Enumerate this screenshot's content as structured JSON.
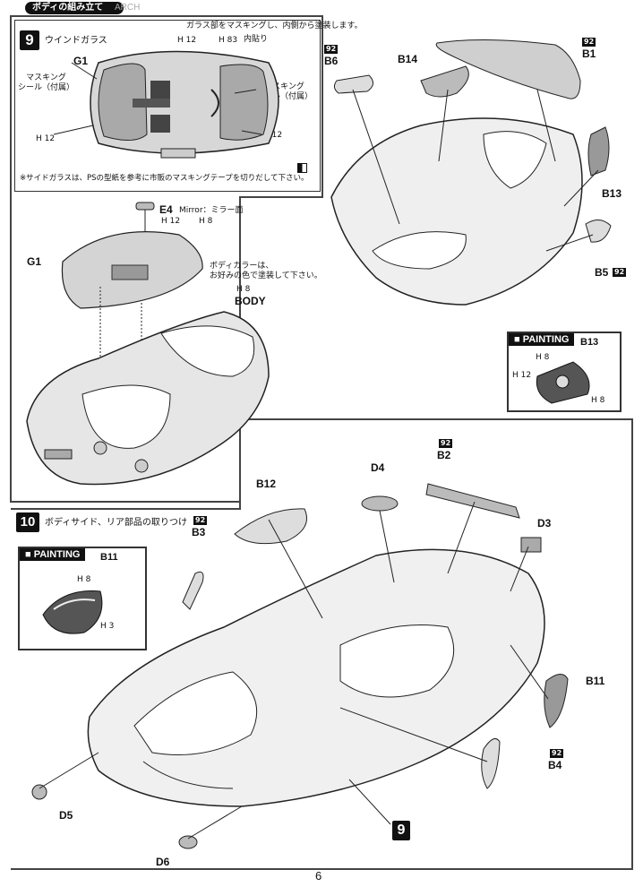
{
  "header": {
    "title": "ボディの組み立て",
    "brand": "ARCH"
  },
  "step9": {
    "number": "9",
    "note_top": "ガラス部をマスキングし、内側から塗装します。",
    "title": "ウインドガラス",
    "g1": "G1",
    "masking_left": "マスキング\nシール（付属）",
    "masking_right": "マスキング\nシール（付属）",
    "h12_a": "H 12",
    "h83": "H 83",
    "inner": "内貼り",
    "h12_b": "H 12",
    "h12_c": "H 12",
    "side_note": "※サイドガラスは、PSの型紙を参考に市販のマスキングテープを切りだして下さい。",
    "e4": "E4",
    "mirror": "Mirror：ミラー面",
    "h12_e4": "H 12",
    "h8_e4": "H 8",
    "g1_b": "G1",
    "body_color_note": "ボディカラーは、\nお好みの色で塗装して下さい。",
    "h8_body": "H 8",
    "body": "BODY"
  },
  "right_top": {
    "b6_code": "92",
    "b6": "B6",
    "b14": "B14",
    "b1_code": "92",
    "b1": "B1",
    "b13": "B13",
    "b5": "B5",
    "b5_code": "92",
    "painting_title": "PAINTING",
    "painting_part": "B13",
    "h8a": "H 8",
    "h12": "H 12",
    "h8b": "H 8"
  },
  "step10": {
    "number": "10",
    "title": "ボディサイド、リア部品の取りつけ",
    "painting_title": "PAINTING",
    "painting_part": "B11",
    "h8": "H 8",
    "h3": "H 3",
    "b3_code": "92",
    "b3": "B3",
    "b12": "B12",
    "d4": "D4",
    "b2_code": "92",
    "b2": "B2",
    "d3": "D3",
    "b11": "B11",
    "b4_code": "92",
    "b4": "B4",
    "d5": "D5",
    "d6": "D6",
    "ref9": "9"
  },
  "footer": {
    "page": "6"
  }
}
